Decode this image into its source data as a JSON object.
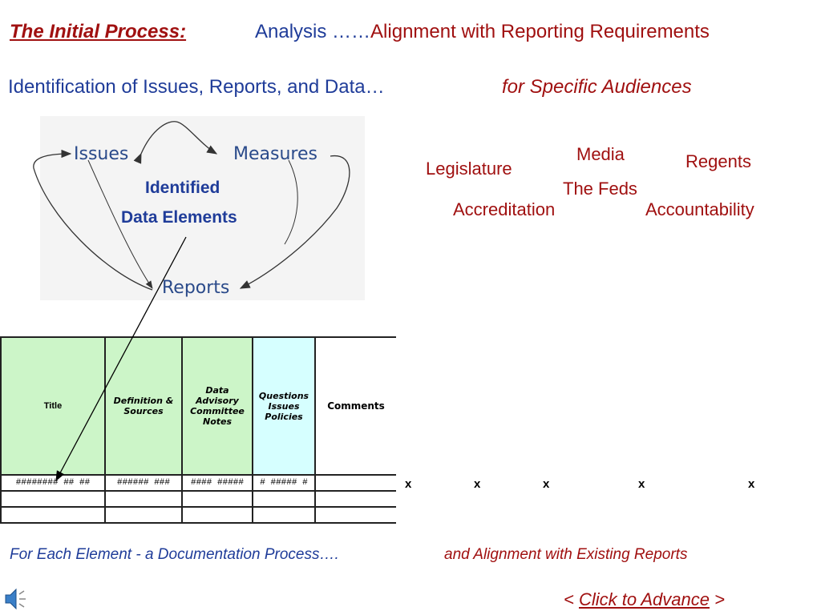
{
  "header": {
    "title": "The Initial Process:",
    "analysis": "Analysis ……",
    "alignment": "Alignment with Reporting Requirements"
  },
  "subheader": {
    "left": "Identification of Issues, Reports, and Data…",
    "right": "for Specific Audiences"
  },
  "audiences": [
    "Media",
    "Regents",
    "Legislature",
    "The Feds",
    "Accreditation",
    "Accountability"
  ],
  "diagram": {
    "issues": "Issues",
    "measures": "Measures",
    "reports": "Reports",
    "identified_line1": "Identified",
    "identified_line2": "Data Elements"
  },
  "table": {
    "headers": {
      "title": "Title",
      "definition_1": "Definition &",
      "definition_2": "Sources",
      "committee_1": "Data",
      "committee_2": "Advisory",
      "committee_3": "Committee",
      "committee_4": "Notes",
      "questions_1": "Questions",
      "questions_2": "Issues",
      "questions_3": "Policies",
      "comments": "Comments"
    },
    "first_row": [
      "######## ## ##",
      "###### ###",
      "####  #####",
      "# ##### #",
      ""
    ]
  },
  "x_marks": [
    "x",
    "x",
    "x",
    "x",
    "x"
  ],
  "footer": {
    "left": "For Each Element -  a Documentation Process….",
    "right": "and Alignment with Existing Reports",
    "advance_open": "< ",
    "advance_link": "Click to Advance",
    "advance_close": " >"
  },
  "colors": {
    "red": "#a01010",
    "blue": "#1f3c99",
    "green_header": "#ccf5c8",
    "cyan_header": "#d6ffff"
  },
  "icons": {
    "audio": "speaker-icon"
  }
}
